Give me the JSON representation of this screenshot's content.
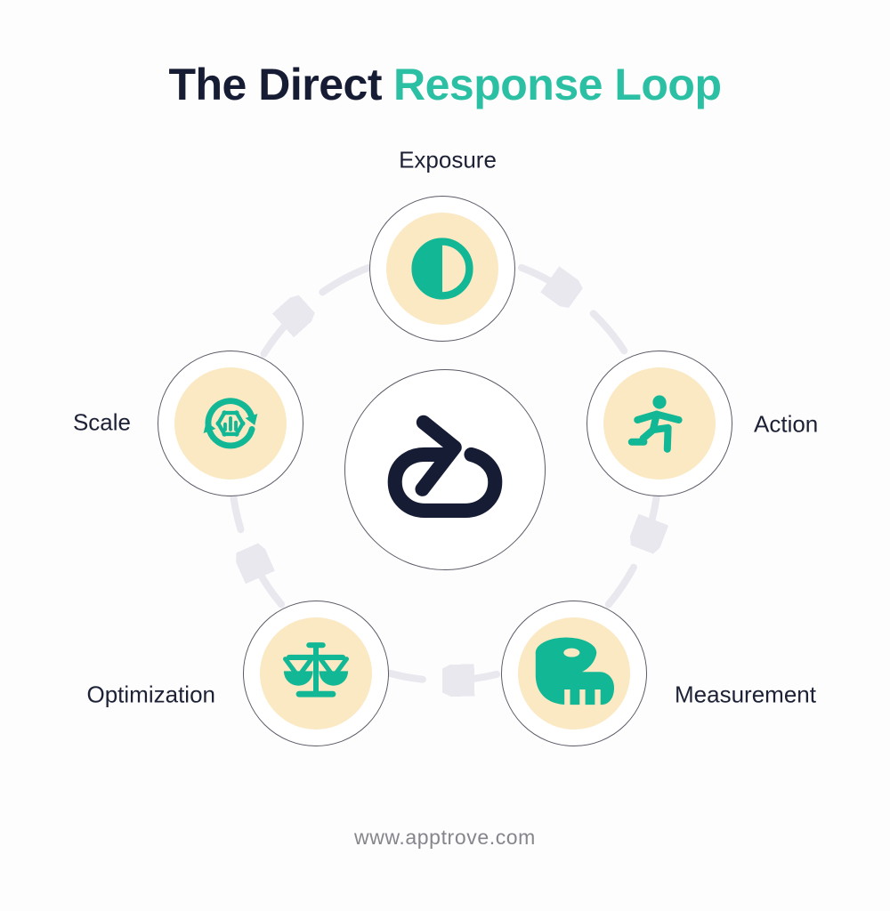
{
  "title": {
    "prefix": "The Direct",
    "highlight": "Response Loop"
  },
  "nodes": [
    {
      "id": "exposure",
      "label": "Exposure",
      "icon": "contrast-icon"
    },
    {
      "id": "action",
      "label": "Action",
      "icon": "runner-icon"
    },
    {
      "id": "measurement",
      "label": "Measurement",
      "icon": "tape-measure-icon"
    },
    {
      "id": "optimization",
      "label": "Optimization",
      "icon": "balance-scale-icon"
    },
    {
      "id": "scale",
      "label": "Scale",
      "icon": "sync-gear-icon"
    }
  ],
  "center": {
    "icon": "loop-arrow-icon"
  },
  "flow": {
    "direction": "clockwise",
    "order": [
      "Exposure",
      "Action",
      "Measurement",
      "Optimization",
      "Scale"
    ]
  },
  "footer": {
    "url": "www.apptrove.com"
  },
  "colors": {
    "background": "#fdfdfe",
    "navy": "#171c35",
    "accent_title": "#2bc0a3",
    "accent_icon": "#12b795",
    "cream": "#fbe9c4",
    "arc": "#e8e8ee",
    "node_border": "#5c5a66",
    "label": "#1d2135",
    "footer_text": "#85858c"
  }
}
